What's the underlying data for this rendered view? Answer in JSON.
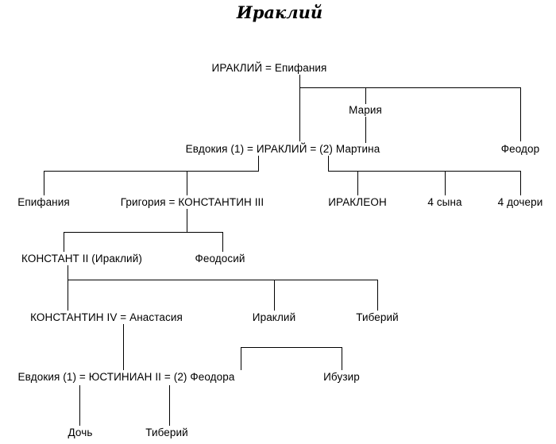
{
  "title": "Ираклий",
  "colors": {
    "background": "#ffffff",
    "text": "#000000",
    "line": "#000000"
  },
  "nodes": {
    "heraclius_elder_couple": "ИРАКЛИЙ = Епифания",
    "maria": "Мария",
    "heraclius_marriages": "Евдокия (1) = ИРАКЛИЙ = (2) Мартина",
    "feodor": "Феодор",
    "epifania": "Епифания",
    "constantine3_couple": "Григория = КОНСТАНТИН III",
    "irakleon": "ИРАКЛЕОН",
    "four_sons": "4 сына",
    "four_daughters": "4 дочери",
    "constans2": "КОНСТАНТ II (Ираклий)",
    "feodosiy": "Феодосий",
    "constantine4_couple": "КОНСТАНТИН IV = Анастасия",
    "irakliy_son": "Ираклий",
    "tiberiy_son": "Тиберий",
    "justinian2_marriages": "Евдокия (1) = ЮСТИНИАН II = (2) Феодора",
    "ibuzir": "Ибузир",
    "daughter": "Дочь",
    "tiberiy_grandson": "Тиберий"
  }
}
